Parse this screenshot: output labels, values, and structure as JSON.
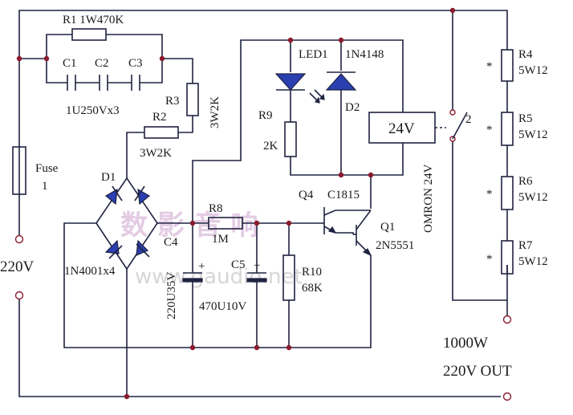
{
  "labels": {
    "r1": "R1  1W470K",
    "c1": "C1",
    "c2": "C2",
    "c3": "C3",
    "c_value": "1U250Vx3",
    "r3": "R3",
    "r3_value": "3W2K",
    "r2": "R2",
    "r2_value": "3W2K",
    "fuse": "Fuse",
    "fuse_num": "1",
    "d1": "D1",
    "bridge_value": "1N4001x4",
    "input_voltage": "220V",
    "led1": "LED1",
    "d2_part": "1N4148",
    "d2": "D2",
    "r9": "R9",
    "r9_value": "2K",
    "relay_voltage": "24V",
    "relay_model": "OMRON 24V",
    "switch_num": "2",
    "q4": "Q4",
    "q4_part": "C1815",
    "q1": "Q1",
    "q1_part": "2N5551",
    "r8": "R8",
    "r8_value": "1M",
    "c4": "C4",
    "c4_value": "220U35V",
    "c5": "C5",
    "c5_value": "470U10V",
    "r10": "R10",
    "r10_value": "68K",
    "r4": "R4",
    "r4_value": "5W12",
    "r5": "R5",
    "r5_value": "5W12",
    "r6": "R6",
    "r6_value": "5W12",
    "r7": "R7",
    "r7_value": "5W12",
    "star": "*",
    "output_power": "1000W",
    "output_voltage": "220V OUT",
    "watermark": "www.gaudio.net",
    "watermark_cjk": "数 影 音 响"
  }
}
